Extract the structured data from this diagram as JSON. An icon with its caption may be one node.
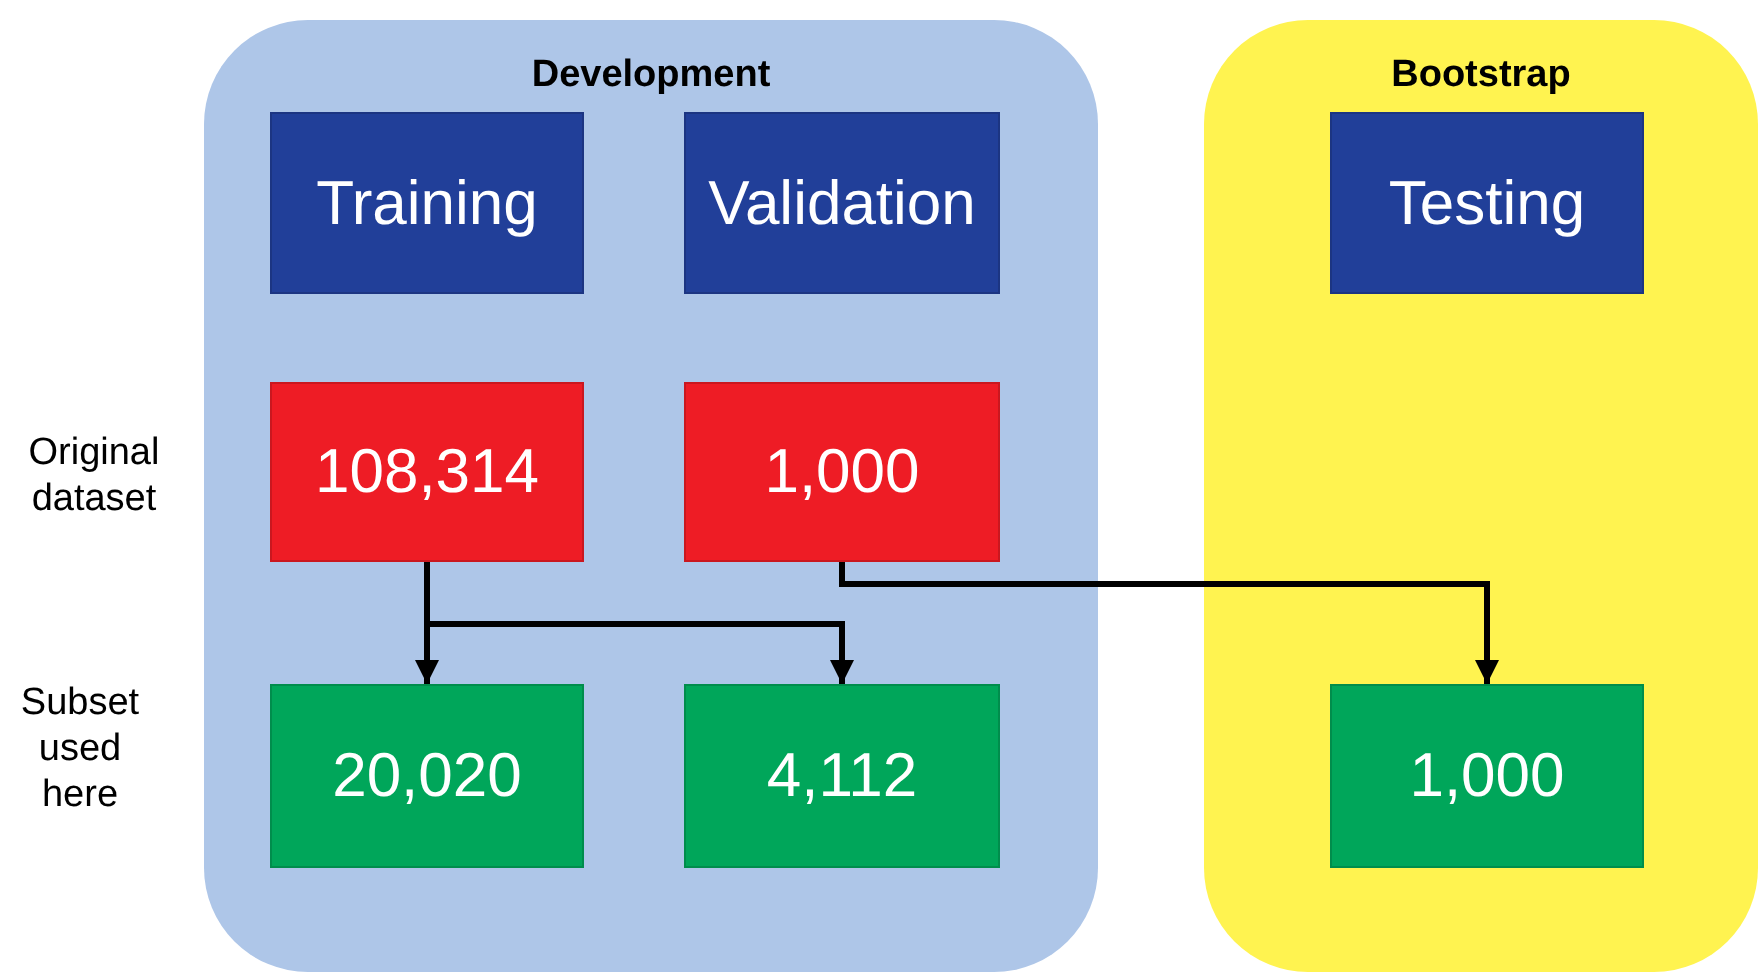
{
  "diagram": {
    "nodes": [
      {
        "text": [
          "Development"
        ]
      },
      {
        "text": [
          "Training"
        ],
        "in": 0
      },
      {
        "text": [
          "Validation"
        ],
        "in": 0
      },
      {
        "text": [
          "108,314"
        ],
        "in": 0
      },
      {
        "text": [
          "1,000"
        ],
        "in": 0
      },
      {
        "text": [
          "20,020"
        ],
        "in": 0
      },
      {
        "text": [
          "4,112"
        ],
        "in": 0
      },
      {
        "text": [
          "Bootstrap"
        ]
      },
      {
        "text": [
          "Testing"
        ],
        "in": 7
      },
      {
        "text": [
          "1,000"
        ],
        "in": 7
      }
    ],
    "edges": [
      {
        "from": 3,
        "to": 5,
        "arrow": "to"
      },
      {
        "from": 3,
        "to": 6,
        "arrow": "to"
      },
      {
        "from": 4,
        "to": 9,
        "arrow": "to"
      }
    ],
    "labels": [
      "Original dataset",
      "Subset used here"
    ]
  }
}
